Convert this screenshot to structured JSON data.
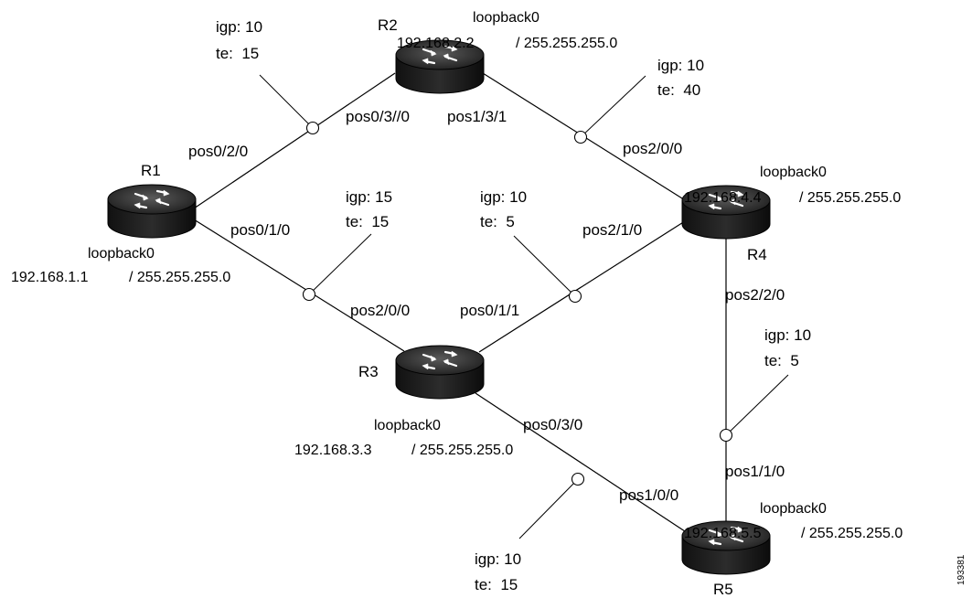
{
  "routers": {
    "r1": {
      "name": "R1",
      "loopback_label": "loopback0",
      "ip": "192.168.1.1",
      "mask": "/ 255.255.255.0"
    },
    "r2": {
      "name": "R2",
      "loopback_label": "loopback0",
      "ip": "192.168.2.2",
      "mask": "/ 255.255.255.0"
    },
    "r3": {
      "name": "R3",
      "loopback_label": "loopback0",
      "ip": "192.168.3.3",
      "mask": "/ 255.255.255.0"
    },
    "r4": {
      "name": "R4",
      "loopback_label": "loopback0",
      "ip": "192.168.4.4",
      "mask": "/ 255.255.255.0"
    },
    "r5": {
      "name": "R5",
      "loopback_label": "loopback0",
      "ip": "192.168.5.5",
      "mask": "/ 255.255.255.0"
    }
  },
  "links": {
    "r1_r2": {
      "if_r1": "pos0/2/0",
      "if_r2": "pos0/3//0",
      "igp": "igp: 10",
      "te": "te:  15"
    },
    "r2_r4": {
      "if_r2": "pos1/3/1",
      "if_r4": "pos2/0/0",
      "igp": "igp: 10",
      "te": "te:  40"
    },
    "r1_r3": {
      "if_r1": "pos0/1/0",
      "if_r3": "pos2/0/0",
      "igp": "igp: 15",
      "te": "te:  15"
    },
    "r3_r4": {
      "if_r3": "pos0/1/1",
      "if_r4": "pos2/1/0",
      "igp": "igp: 10",
      "te": "te:  5"
    },
    "r4_r5": {
      "if_r4": "pos2/2/0",
      "if_r5": "pos1/1/0",
      "igp": "igp: 10",
      "te": "te:  5"
    },
    "r3_r5": {
      "if_r3": "pos0/3/0",
      "if_r5": "pos1/0/0",
      "igp": "igp: 10",
      "te": "te:  15"
    }
  },
  "figure_id": "193381",
  "colors": {
    "router_body": "#1a1a1a",
    "router_top": "#3a3a3a",
    "line": "#000000",
    "background": "#ffffff"
  }
}
